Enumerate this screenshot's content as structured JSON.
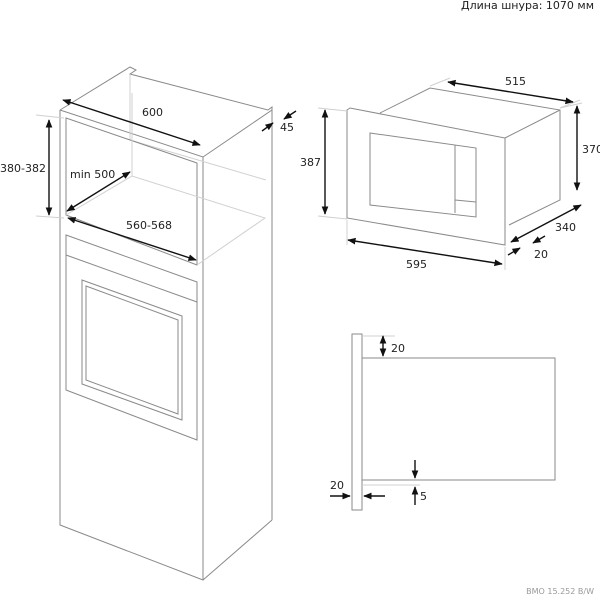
{
  "header": {
    "cord_length": "Длина шнура: 1070 мм"
  },
  "footer": {
    "model": "BMO 15.252 B/W"
  },
  "cabinet_view": {
    "width": "600",
    "gap": "45",
    "niche_height": "380-382",
    "niche_depth": "min 500",
    "niche_width": "560-568"
  },
  "appliance_view": {
    "depth": "515",
    "front_height": "387",
    "body_height": "370",
    "body_depth": "340",
    "frame_depth": "20",
    "front_width": "595"
  },
  "side_view": {
    "top_offset": "20",
    "panel_thickness": "20",
    "bottom_offset": "5"
  }
}
